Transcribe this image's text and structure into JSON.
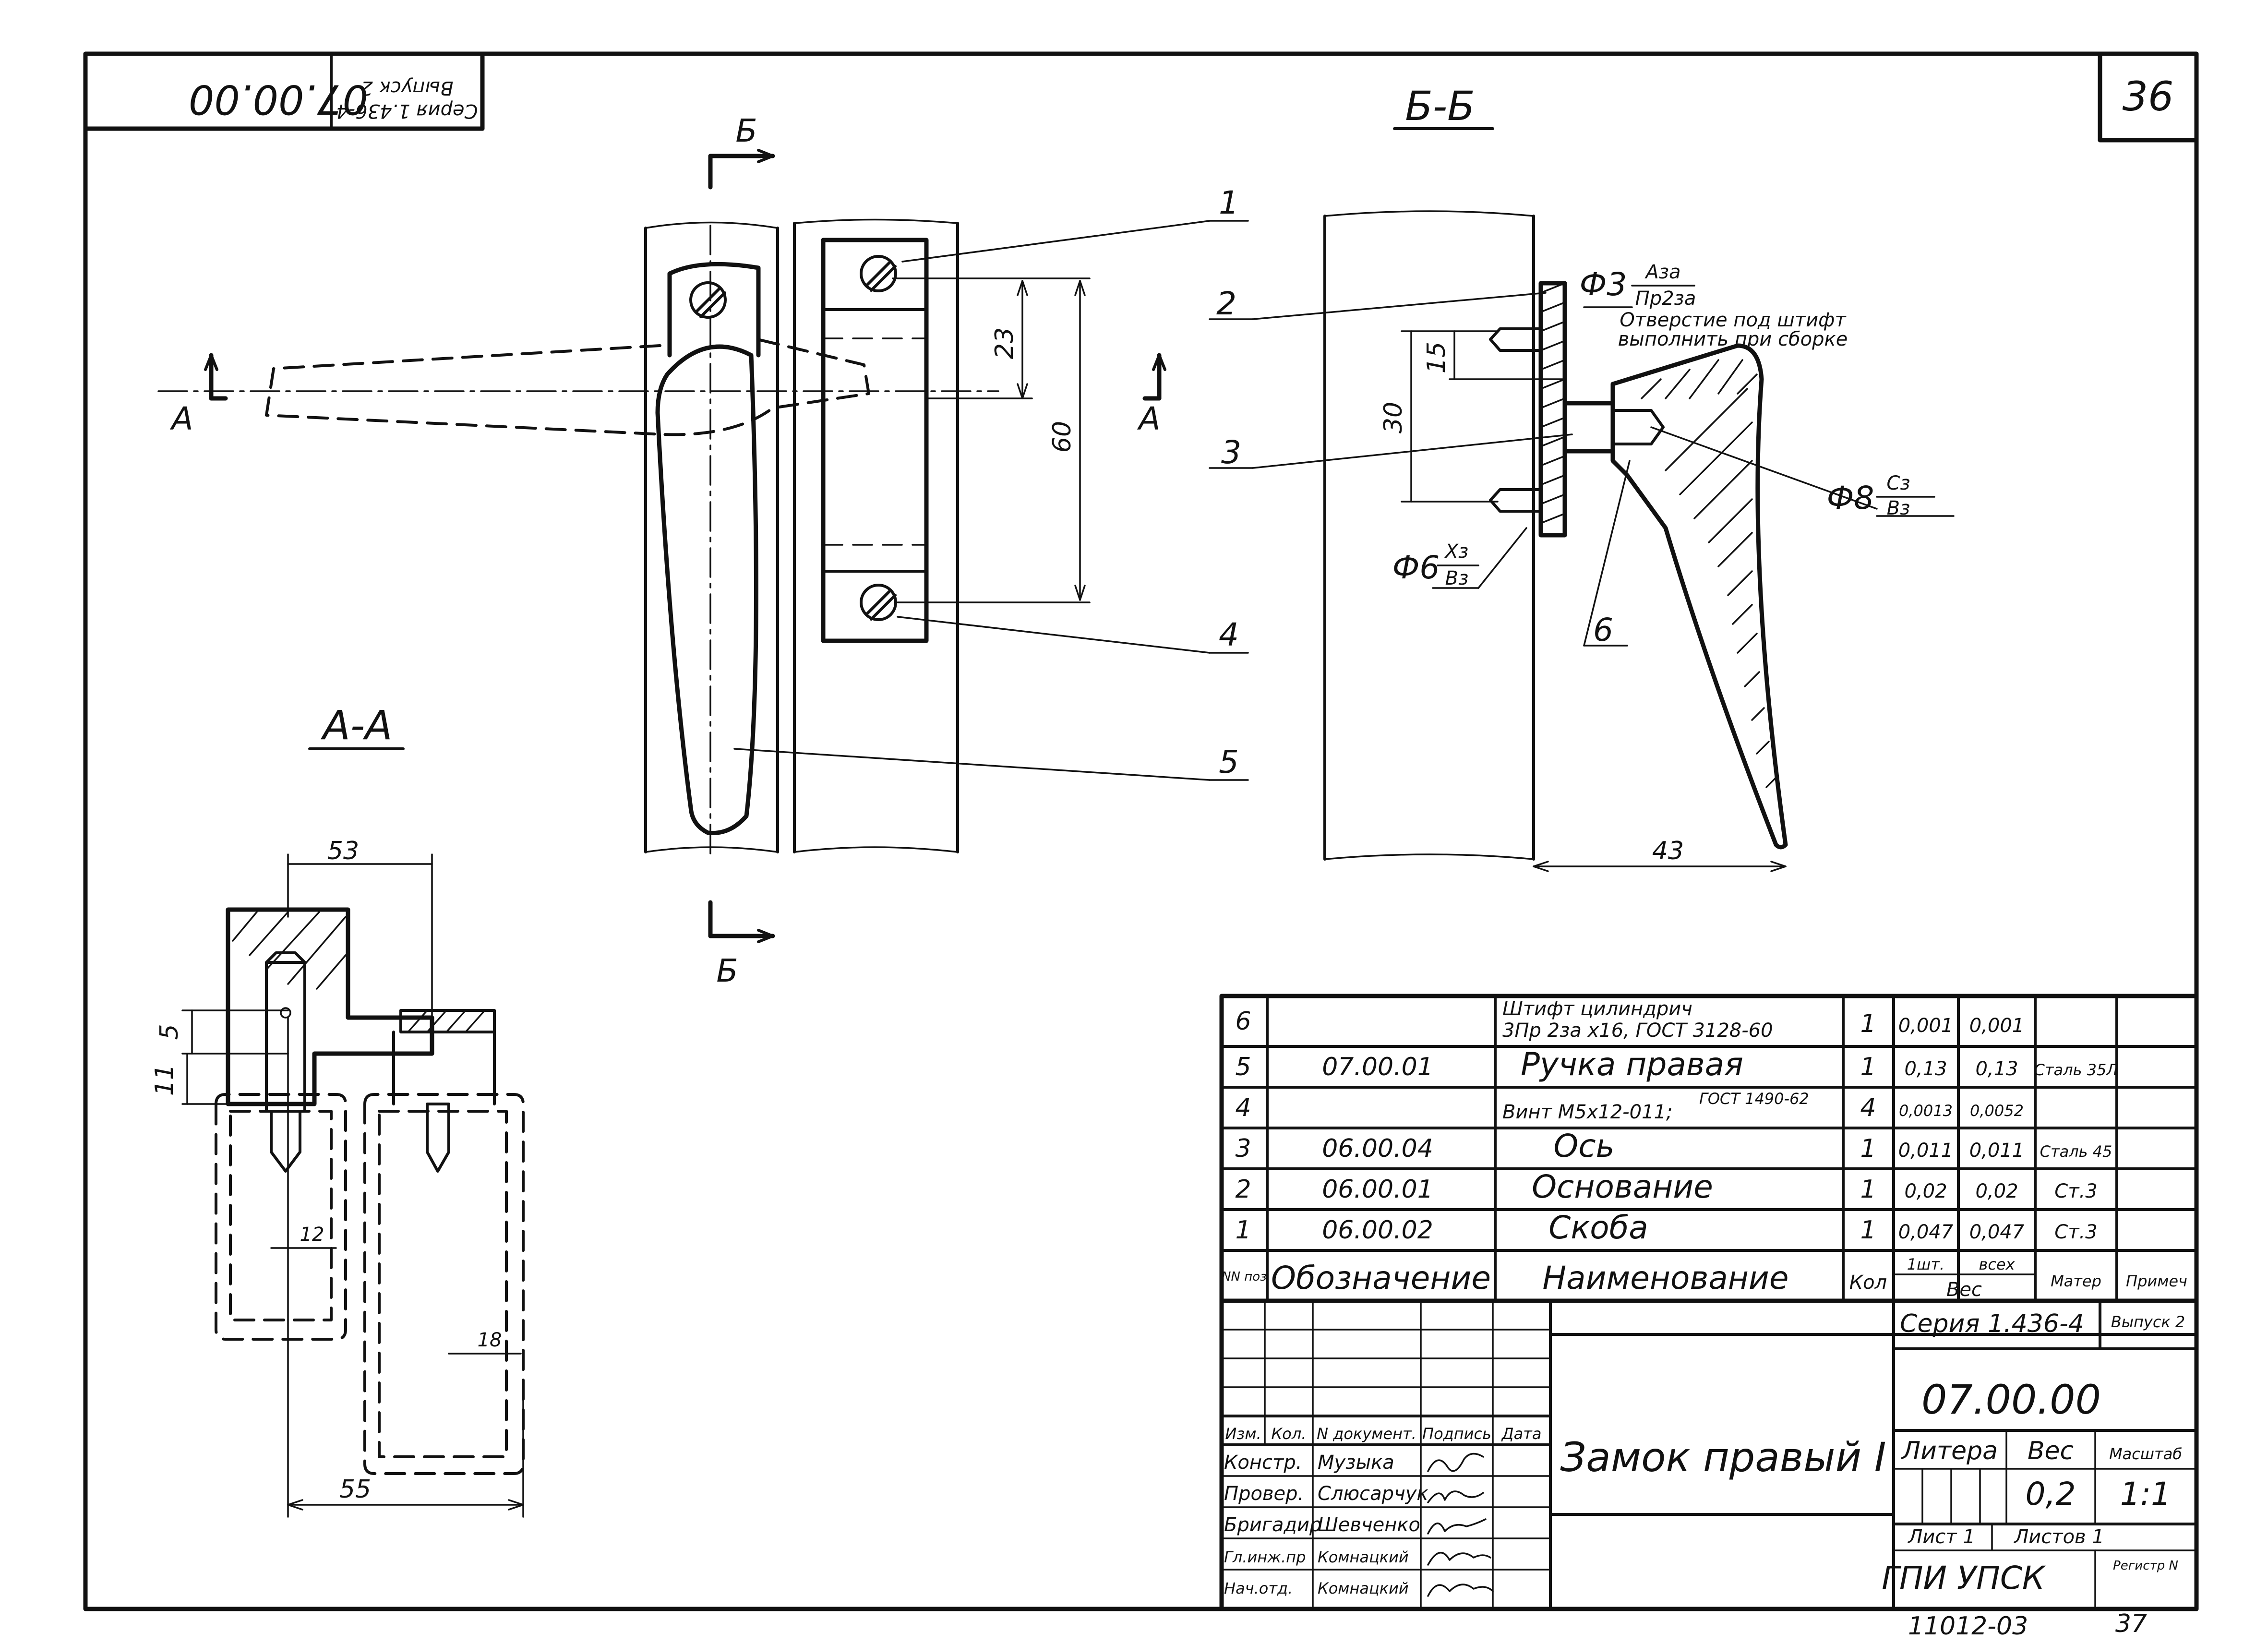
{
  "sheet": {
    "number": "36",
    "corner_code": "07.00.00",
    "corner_series": "Серия 1.436-4",
    "corner_issue": "Выпуск 2"
  },
  "views": {
    "section_bb": "Б-Б",
    "section_aa": "А-А",
    "cut_b": "Б",
    "cut_a": "А"
  },
  "balloons": [
    "1",
    "2",
    "3",
    "4",
    "5",
    "6"
  ],
  "dimensions": {
    "d23": "23",
    "d60": "60",
    "d15": "15",
    "d30": "30",
    "d43": "43",
    "d53": "53",
    "d55": "55",
    "d12": "12",
    "d18": "18",
    "d11": "11",
    "d5": "5"
  },
  "fits": {
    "phi3": "Ф3",
    "phi3_top": "Аза",
    "phi3_bottom": "Пр2за",
    "phi8": "Ф8",
    "phi8_top": "Сз",
    "phi8_bottom": "Вз",
    "phi6": "Ф6",
    "phi6_top": "Хз",
    "phi6_bottom": "Вз"
  },
  "note": {
    "line1": "Отверстие под штифт",
    "line2": "выполнить при сборке"
  },
  "bom": {
    "rows": [
      {
        "pos": "6",
        "code": "",
        "name_l1": "Штифт цилиндрич",
        "name_l2": "3Пр 2за х16, ГОСТ 3128-60",
        "qty": "1",
        "w1": "0,001",
        "wall": "0,001",
        "mat": ""
      },
      {
        "pos": "5",
        "code": "07.00.01",
        "name_l1": "Ручка правая",
        "name_l2": "",
        "qty": "1",
        "w1": "0,13",
        "wall": "0,13",
        "mat": "Сталь 35Л"
      },
      {
        "pos": "4",
        "code": "",
        "name_l1": "Винт М5х12-011;",
        "name_l2": "ГОСТ 1490-62",
        "qty": "4",
        "w1": "0,0013",
        "wall": "0,0052",
        "mat": ""
      },
      {
        "pos": "3",
        "code": "06.00.04",
        "name_l1": "Ось",
        "name_l2": "",
        "qty": "1",
        "w1": "0,011",
        "wall": "0,011",
        "mat": "Сталь 45"
      },
      {
        "pos": "2",
        "code": "06.00.01",
        "name_l1": "Основание",
        "name_l2": "",
        "qty": "1",
        "w1": "0,02",
        "wall": "0,02",
        "mat": "Ст.3"
      },
      {
        "pos": "1",
        "code": "06.00.02",
        "name_l1": "Скоба",
        "name_l2": "",
        "qty": "1",
        "w1": "0,047",
        "wall": "0,047",
        "mat": "Ст.3"
      }
    ],
    "header": {
      "pos": "NN поз",
      "code": "Обозначение",
      "name": "Наименование",
      "qty": "Кол",
      "w1": "1шт.",
      "wall": "всех",
      "weight": "Вес",
      "mat": "Матер",
      "note": "Примеч"
    }
  },
  "title_block": {
    "series": "Серия 1.436-4",
    "issue": "Выпуск 2",
    "drawing_no": "07.00.00",
    "title": "Замок правый I",
    "litera_label": "Литера",
    "mass_label": "Вес",
    "scale_label": "Масштаб",
    "mass": "0,2",
    "scale": "1:1",
    "sheet_label": "Лист 1",
    "sheets_label": "Листов 1",
    "org": "ГПИ УПСК",
    "reg_label": "Регистр N",
    "hdr_izm": "Изм.",
    "hdr_kol": "Кол.",
    "hdr_doc": "N документ.",
    "hdr_sign": "Подпись",
    "hdr_date": "Дата",
    "roles": [
      {
        "role": "Констр.",
        "name": "Музыка"
      },
      {
        "role": "Провер.",
        "name": "Слюсарчук"
      },
      {
        "role": "Бригадир",
        "name": "Шевченко"
      },
      {
        "role": "Гл.инж.пр",
        "name": "Комнацкий"
      },
      {
        "role": "Нач.отд.",
        "name": "Комнацкий"
      }
    ]
  },
  "footer": {
    "code": "11012-03",
    "page": "37"
  }
}
